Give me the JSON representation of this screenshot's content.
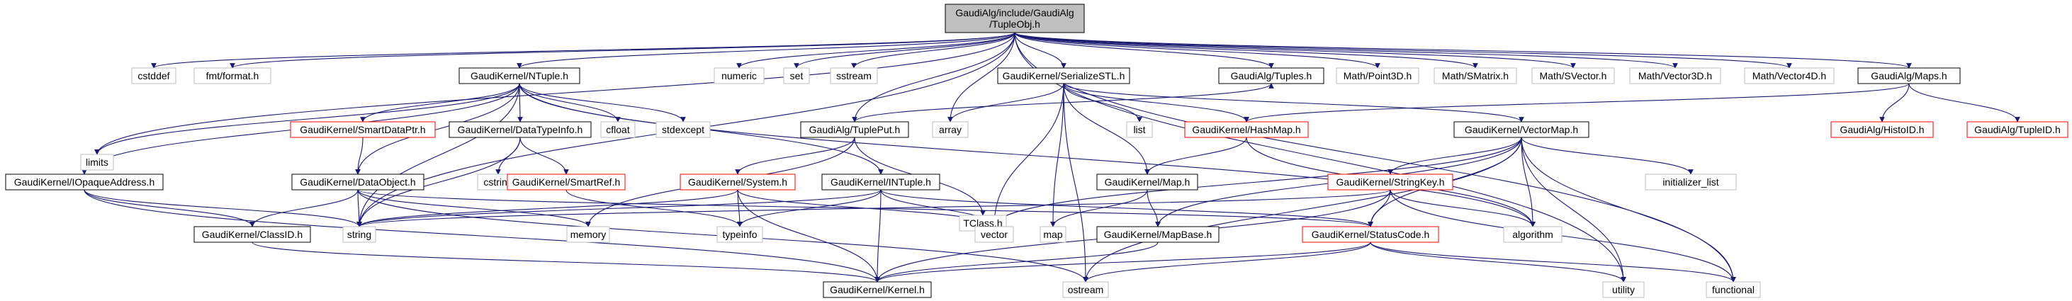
{
  "colors": {
    "edge": "#191970",
    "box_default": "#000000",
    "box_external": "#bfbfbf",
    "box_truncated": "#ff0000",
    "box_root_fill": "#bfbfbf",
    "text": "#000000",
    "background": "#ffffff"
  },
  "nodes": [
    {
      "id": "root",
      "lines": [
        "GaudiAlg/include/GaudiAlg",
        "/TupleObj.h"
      ],
      "kind": "root"
    },
    {
      "id": "limits",
      "lines": [
        "limits"
      ],
      "kind": "external"
    },
    {
      "id": "cstddef",
      "lines": [
        "cstddef"
      ],
      "kind": "external"
    },
    {
      "id": "fmt",
      "lines": [
        "fmt/format.h"
      ],
      "kind": "external"
    },
    {
      "id": "ntuple_h",
      "lines": [
        "GaudiKernel/NTuple.h"
      ],
      "kind": "default"
    },
    {
      "id": "numeric",
      "lines": [
        "numeric"
      ],
      "kind": "external"
    },
    {
      "id": "set",
      "lines": [
        "set"
      ],
      "kind": "external"
    },
    {
      "id": "sstream",
      "lines": [
        "sstream"
      ],
      "kind": "external"
    },
    {
      "id": "serialize",
      "lines": [
        "GaudiKernel/SerializeSTL.h"
      ],
      "kind": "default"
    },
    {
      "id": "tuples",
      "lines": [
        "GaudiAlg/Tuples.h"
      ],
      "kind": "default"
    },
    {
      "id": "point3d",
      "lines": [
        "Math/Point3D.h"
      ],
      "kind": "external"
    },
    {
      "id": "smatrix",
      "lines": [
        "Math/SMatrix.h"
      ],
      "kind": "external"
    },
    {
      "id": "svector",
      "lines": [
        "Math/SVector.h"
      ],
      "kind": "external"
    },
    {
      "id": "vector3d",
      "lines": [
        "Math/Vector3D.h"
      ],
      "kind": "external"
    },
    {
      "id": "vector4d",
      "lines": [
        "Math/Vector4D.h"
      ],
      "kind": "external"
    },
    {
      "id": "maps",
      "lines": [
        "GaudiAlg/Maps.h"
      ],
      "kind": "default"
    },
    {
      "id": "smartdataptr",
      "lines": [
        "GaudiKernel/SmartDataPtr.h"
      ],
      "kind": "truncated"
    },
    {
      "id": "datatypeinfo",
      "lines": [
        "GaudiKernel/DataTypeInfo.h"
      ],
      "kind": "default"
    },
    {
      "id": "cfloat",
      "lines": [
        "cfloat"
      ],
      "kind": "external"
    },
    {
      "id": "stdexcept",
      "lines": [
        "stdexcept"
      ],
      "kind": "external"
    },
    {
      "id": "array",
      "lines": [
        "array"
      ],
      "kind": "external"
    },
    {
      "id": "list",
      "lines": [
        "list"
      ],
      "kind": "external"
    },
    {
      "id": "tupleput",
      "lines": [
        "GaudiAlg/TuplePut.h"
      ],
      "kind": "default"
    },
    {
      "id": "hashmap",
      "lines": [
        "GaudiKernel/HashMap.h"
      ],
      "kind": "truncated"
    },
    {
      "id": "vectormap",
      "lines": [
        "GaudiKernel/VectorMap.h"
      ],
      "kind": "default"
    },
    {
      "id": "histoid",
      "lines": [
        "GaudiAlg/HistoID.h"
      ],
      "kind": "truncated"
    },
    {
      "id": "tupleid",
      "lines": [
        "GaudiAlg/TupleID.h"
      ],
      "kind": "truncated"
    },
    {
      "id": "iopaque",
      "lines": [
        "GaudiKernel/IOpaqueAddress.h"
      ],
      "kind": "default"
    },
    {
      "id": "dataobject",
      "lines": [
        "GaudiKernel/DataObject.h"
      ],
      "kind": "default"
    },
    {
      "id": "cstring",
      "lines": [
        "cstring"
      ],
      "kind": "external"
    },
    {
      "id": "smartref",
      "lines": [
        "GaudiKernel/SmartRef.h"
      ],
      "kind": "truncated"
    },
    {
      "id": "system",
      "lines": [
        "GaudiKernel/System.h"
      ],
      "kind": "truncated"
    },
    {
      "id": "intuple",
      "lines": [
        "GaudiKernel/INTuple.h"
      ],
      "kind": "default"
    },
    {
      "id": "tclass",
      "lines": [
        "TClass.h"
      ],
      "kind": "external"
    },
    {
      "id": "map_h",
      "lines": [
        "GaudiKernel/Map.h"
      ],
      "kind": "default"
    },
    {
      "id": "stringkey",
      "lines": [
        "GaudiKernel/StringKey.h"
      ],
      "kind": "truncated"
    },
    {
      "id": "initlist",
      "lines": [
        "initializer_list"
      ],
      "kind": "external"
    },
    {
      "id": "classid",
      "lines": [
        "GaudiKernel/ClassID.h"
      ],
      "kind": "default"
    },
    {
      "id": "string",
      "lines": [
        "string"
      ],
      "kind": "external"
    },
    {
      "id": "memory",
      "lines": [
        "memory"
      ],
      "kind": "external"
    },
    {
      "id": "typeinfo",
      "lines": [
        "typeinfo"
      ],
      "kind": "external"
    },
    {
      "id": "vector",
      "lines": [
        "vector"
      ],
      "kind": "external"
    },
    {
      "id": "map",
      "lines": [
        "map"
      ],
      "kind": "external"
    },
    {
      "id": "mapbase",
      "lines": [
        "GaudiKernel/MapBase.h"
      ],
      "kind": "default"
    },
    {
      "id": "statuscode",
      "lines": [
        "GaudiKernel/StatusCode.h"
      ],
      "kind": "truncated"
    },
    {
      "id": "algorithm",
      "lines": [
        "algorithm"
      ],
      "kind": "external"
    },
    {
      "id": "kernel",
      "lines": [
        "GaudiKernel/Kernel.h"
      ],
      "kind": "default"
    },
    {
      "id": "ostream",
      "lines": [
        "ostream"
      ],
      "kind": "external"
    },
    {
      "id": "utility",
      "lines": [
        "utility"
      ],
      "kind": "external"
    },
    {
      "id": "functional",
      "lines": [
        "functional"
      ],
      "kind": "external"
    }
  ],
  "edges": [
    [
      "root",
      "limits"
    ],
    [
      "root",
      "cstddef"
    ],
    [
      "root",
      "fmt"
    ],
    [
      "root",
      "ntuple_h"
    ],
    [
      "root",
      "numeric"
    ],
    [
      "root",
      "set"
    ],
    [
      "root",
      "sstream"
    ],
    [
      "root",
      "serialize"
    ],
    [
      "root",
      "tuples"
    ],
    [
      "root",
      "point3d"
    ],
    [
      "root",
      "smatrix"
    ],
    [
      "root",
      "svector"
    ],
    [
      "root",
      "vector3d"
    ],
    [
      "root",
      "vector4d"
    ],
    [
      "root",
      "maps"
    ],
    [
      "root",
      "array"
    ],
    [
      "root",
      "tupleput"
    ],
    [
      "root",
      "string"
    ],
    [
      "root",
      "functional"
    ],
    [
      "root",
      "utility"
    ],
    [
      "ntuple_h",
      "limits"
    ],
    [
      "ntuple_h",
      "smartdataptr"
    ],
    [
      "ntuple_h",
      "datatypeinfo"
    ],
    [
      "ntuple_h",
      "cfloat"
    ],
    [
      "ntuple_h",
      "stdexcept"
    ],
    [
      "ntuple_h",
      "iopaque"
    ],
    [
      "ntuple_h",
      "dataobject"
    ],
    [
      "ntuple_h",
      "intuple"
    ],
    [
      "ntuple_h",
      "string"
    ],
    [
      "ntuple_h",
      "algorithm"
    ],
    [
      "smartdataptr",
      "dataobject"
    ],
    [
      "datatypeinfo",
      "cstring"
    ],
    [
      "datatypeinfo",
      "smartref"
    ],
    [
      "datatypeinfo",
      "string"
    ],
    [
      "smartref",
      "typeinfo"
    ],
    [
      "iopaque",
      "classid"
    ],
    [
      "iopaque",
      "string"
    ],
    [
      "iopaque",
      "kernel"
    ],
    [
      "dataobject",
      "classid"
    ],
    [
      "dataobject",
      "string"
    ],
    [
      "dataobject",
      "memory"
    ],
    [
      "dataobject",
      "ostream"
    ],
    [
      "dataobject",
      "statuscode"
    ],
    [
      "classid",
      "kernel"
    ],
    [
      "system",
      "string"
    ],
    [
      "system",
      "typeinfo"
    ],
    [
      "system",
      "vector"
    ],
    [
      "system",
      "kernel"
    ],
    [
      "intuple",
      "string"
    ],
    [
      "intuple",
      "typeinfo"
    ],
    [
      "intuple",
      "vector"
    ],
    [
      "intuple",
      "kernel"
    ],
    [
      "intuple",
      "statuscode"
    ],
    [
      "serialize",
      "array"
    ],
    [
      "serialize",
      "list"
    ],
    [
      "serialize",
      "map"
    ],
    [
      "serialize",
      "vector"
    ],
    [
      "serialize",
      "hashmap"
    ],
    [
      "serialize",
      "map_h"
    ],
    [
      "serialize",
      "vectormap"
    ],
    [
      "serialize",
      "ostream"
    ],
    [
      "hashmap",
      "map_h"
    ],
    [
      "hashmap",
      "algorithm"
    ],
    [
      "map_h",
      "map"
    ],
    [
      "map_h",
      "mapbase"
    ],
    [
      "mapbase",
      "kernel"
    ],
    [
      "tupleput",
      "tuples"
    ],
    [
      "tupleput",
      "system"
    ],
    [
      "tupleput",
      "tclass"
    ],
    [
      "tupleput",
      "memory"
    ],
    [
      "vectormap",
      "stringkey"
    ],
    [
      "vectormap",
      "initlist"
    ],
    [
      "vectormap",
      "algorithm"
    ],
    [
      "vectormap",
      "vector"
    ],
    [
      "vectormap",
      "mapbase"
    ],
    [
      "vectormap",
      "statuscode"
    ],
    [
      "vectormap",
      "ostream"
    ],
    [
      "vectormap",
      "utility"
    ],
    [
      "vectormap",
      "functional"
    ],
    [
      "stringkey",
      "string"
    ],
    [
      "stringkey",
      "algorithm"
    ],
    [
      "stringkey",
      "functional"
    ],
    [
      "stringkey",
      "kernel"
    ],
    [
      "stringkey",
      "statuscode"
    ],
    [
      "statuscode",
      "kernel"
    ],
    [
      "statuscode",
      "ostream"
    ],
    [
      "statuscode",
      "utility"
    ],
    [
      "statuscode",
      "functional"
    ],
    [
      "maps",
      "hashmap"
    ],
    [
      "maps",
      "histoid"
    ],
    [
      "maps",
      "tupleid"
    ]
  ]
}
